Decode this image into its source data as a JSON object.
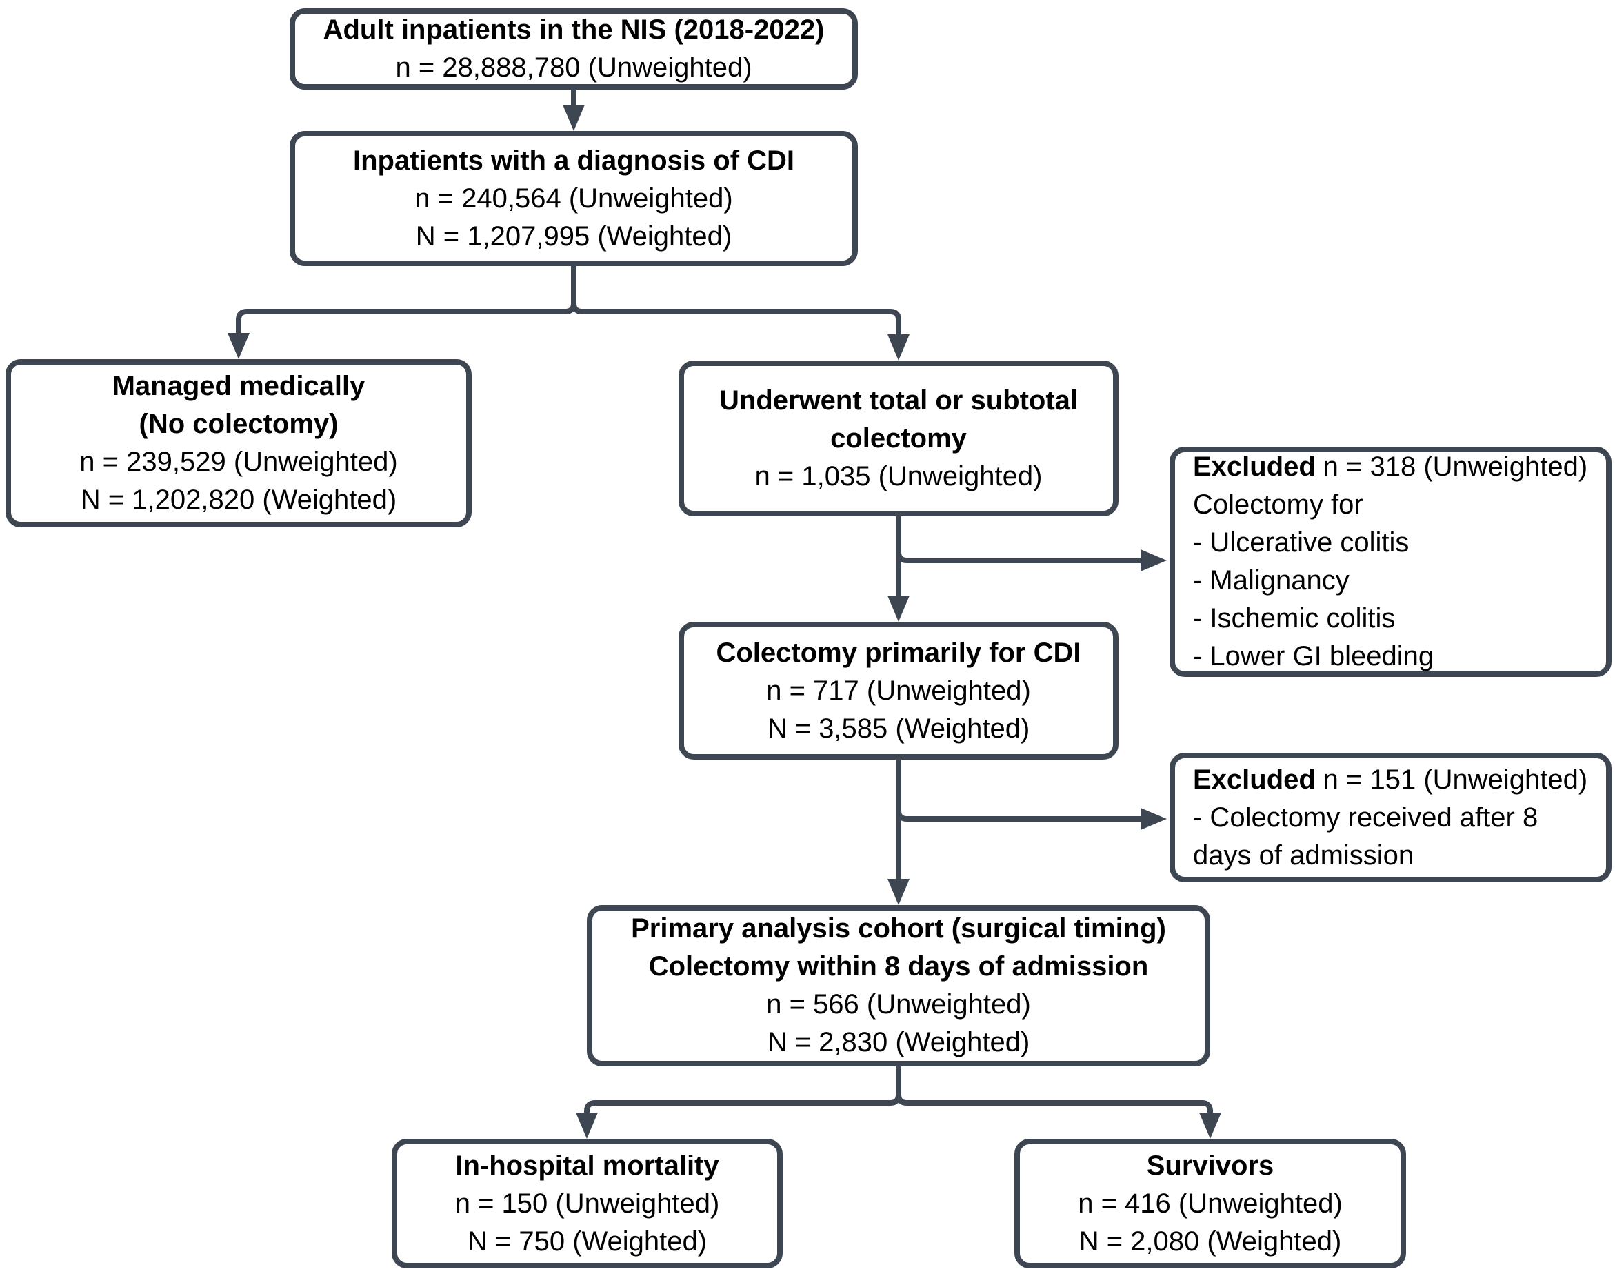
{
  "figure": {
    "type": "patient-flow-diagram"
  },
  "colors": {
    "line": "#3E4651",
    "border": "#3E4651",
    "text": "#000000",
    "background": "#ffffff"
  },
  "boxes": {
    "nis": {
      "title": "Adult inpatients in the NIS (2018-2022)",
      "lines": [
        "n = 28,888,780 (Unweighted)"
      ]
    },
    "cdi": {
      "title": "Inpatients with a diagnosis of CDI",
      "lines": [
        "n = 240,564 (Unweighted)",
        "N = 1,207,995 (Weighted)"
      ]
    },
    "managed": {
      "title_lines": [
        "Managed medically",
        "(No colectomy)"
      ],
      "lines": [
        "n = 239,529 (Unweighted)",
        "N = 1,202,820 (Weighted)"
      ]
    },
    "colectomy": {
      "title": "Underwent total or subtotal colectomy",
      "lines": [
        "n = 1,035 (Unweighted)"
      ]
    },
    "excluded_indications": {
      "bold": "Excluded",
      "head": "n = 318 (Unweighted)",
      "lines": [
        "Colectomy for",
        "- Ulcerative colitis",
        "- Malignancy",
        "- Ischemic colitis",
        "- Lower GI bleeding"
      ]
    },
    "colectomy_cdi": {
      "title": "Colectomy primarily for CDI",
      "lines": [
        "n = 717 (Unweighted)",
        "N = 3,585 (Weighted)"
      ]
    },
    "excluded_timing": {
      "bold": "Excluded",
      "head": "n = 151 (Unweighted)",
      "lines": [
        "- Colectomy received after 8 days of admission"
      ]
    },
    "primary_cohort": {
      "title_lines": [
        "Primary analysis cohort (surgical timing)",
        "Colectomy within 8 days of admission"
      ],
      "lines": [
        "n = 566 (Unweighted)",
        "N = 2,830 (Weighted)"
      ]
    },
    "mortality": {
      "title": "In-hospital mortality",
      "lines": [
        "n = 150 (Unweighted)",
        "N = 750 (Weighted)"
      ]
    },
    "survivors": {
      "title": "Survivors",
      "lines": [
        "n = 416 (Unweighted)",
        "N = 2,080 (Weighted)"
      ]
    }
  }
}
